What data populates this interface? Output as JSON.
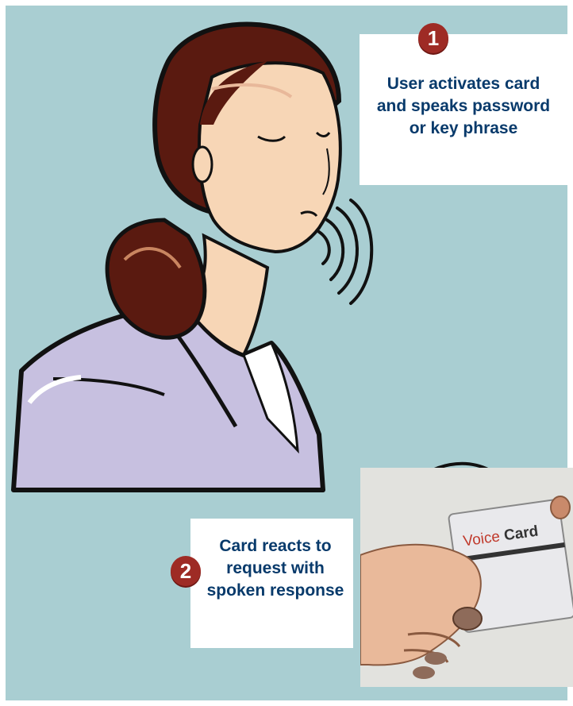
{
  "steps": [
    {
      "number": "1",
      "text": "User activates card and speaks password or key phrase"
    },
    {
      "number": "2",
      "text": "Card reacts to request with spoken response"
    }
  ],
  "card": {
    "brand_part1": "Voice",
    "brand_part2": "Card"
  },
  "colors": {
    "background": "#a9ced2",
    "badge": "#9e2b25",
    "step_text": "#083a6b",
    "hair": "#5a1a10",
    "skin": "#f7d6b6",
    "jacket": "#c7c0e0"
  },
  "icons": [
    "woman-speaking-illustration",
    "sound-wave-icon",
    "hand-holding-card-photo"
  ]
}
